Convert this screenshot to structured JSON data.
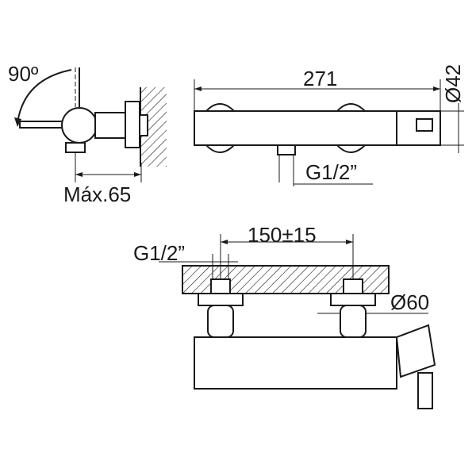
{
  "dimensions": {
    "rotation_angle": "90º",
    "max_projection": "Máx.65",
    "length": "271",
    "body_diameter": "Ø42",
    "inlet_thread_top": "G1/2”",
    "center_distance": "150±15",
    "inlet_thread_bottom": "G1/2”",
    "escutcheon_diameter": "Ø60"
  }
}
